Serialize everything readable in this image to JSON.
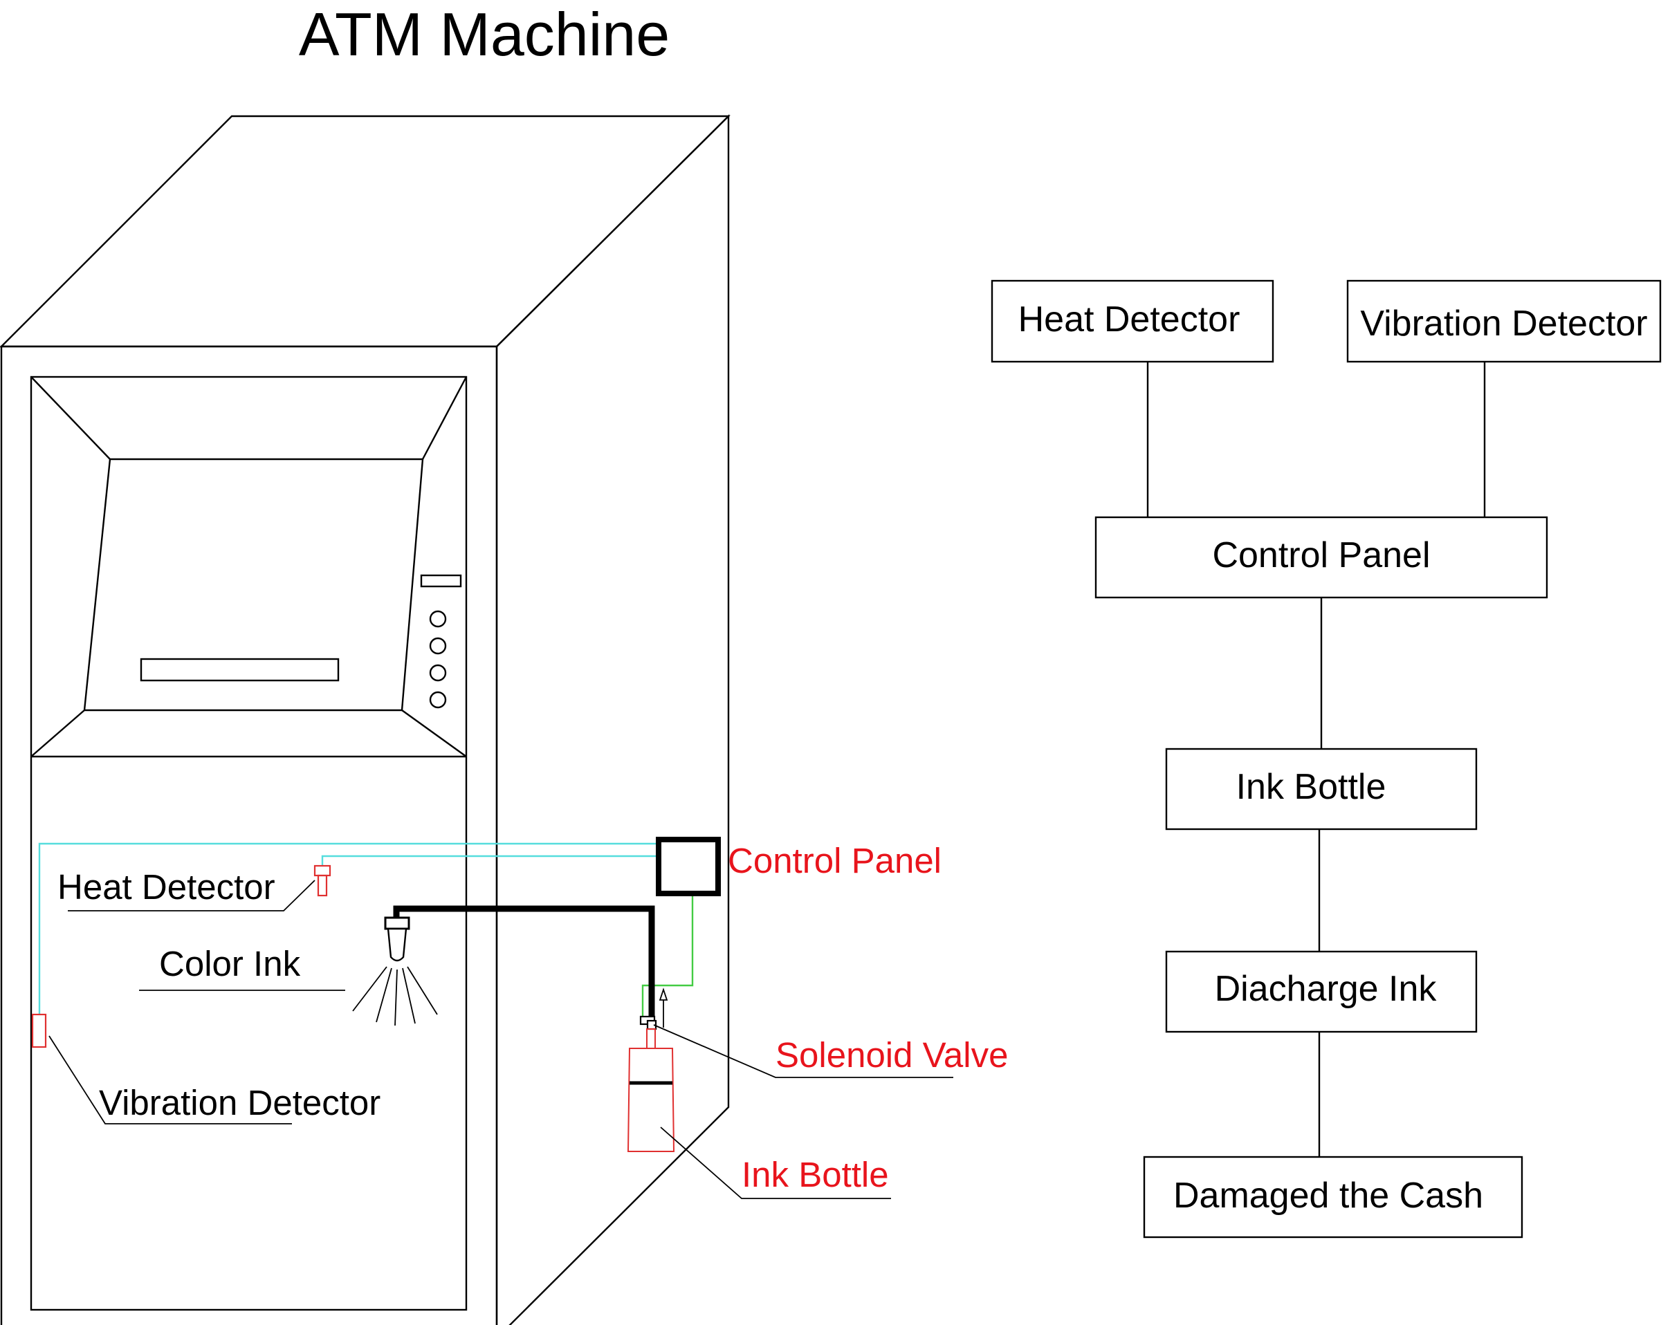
{
  "title": "ATM Machine",
  "atm_labels": {
    "heat_detector": "Heat Detector",
    "color_ink": "Color Ink",
    "vibration_detector": "Vibration Detector",
    "control_panel": "Control Panel",
    "solenoid_valve": "Solenoid Valve",
    "ink_bottle": "Ink Bottle"
  },
  "flowchart": {
    "heat_detector": "Heat Detector",
    "vibration_detector": "Vibration Detector",
    "control_panel": "Control Panel",
    "ink_bottle": "Ink Bottle",
    "discharge_ink": "Diacharge Ink",
    "damaged_cash": "Damaged the Cash"
  },
  "colors": {
    "line": "#000000",
    "component_label": "#e8141c",
    "sensor_wire": "#55dddd",
    "valve_wire": "#44cc44",
    "component_outline": "#e03030"
  }
}
